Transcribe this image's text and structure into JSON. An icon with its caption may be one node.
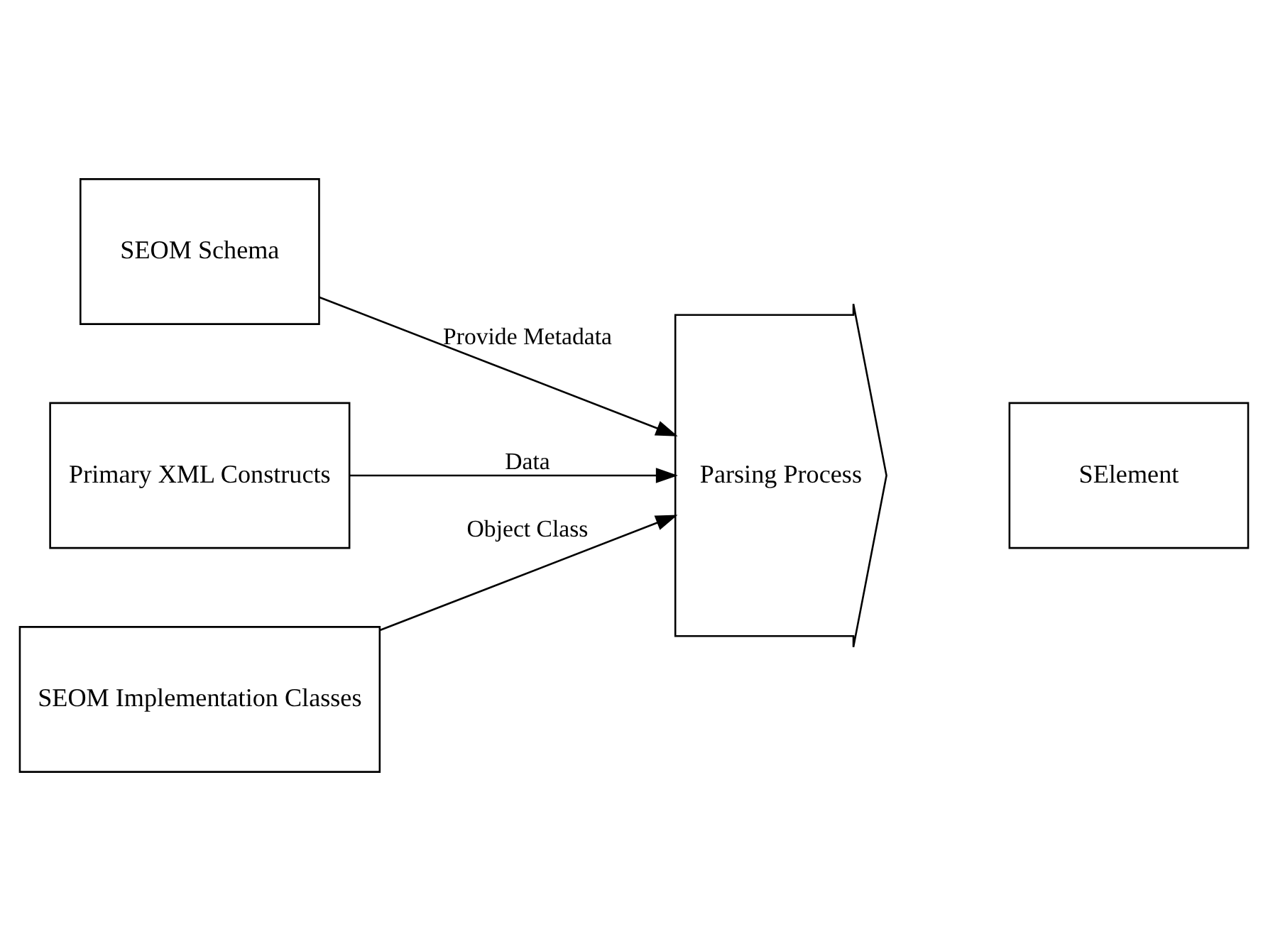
{
  "diagram": {
    "nodes": [
      {
        "text": [
          "SEOM Schema"
        ]
      },
      {
        "text": [
          "Primary XML Constructs"
        ]
      },
      {
        "text": [
          "SEOM Implementation Classes"
        ]
      },
      {
        "text": [
          "Parsing Process"
        ]
      },
      {
        "text": [
          "SElement"
        ]
      }
    ],
    "edges": [
      {
        "from": 0,
        "to": 3,
        "arrow": "to",
        "label": "Provide Metadata"
      },
      {
        "from": 1,
        "to": 3,
        "arrow": "to",
        "label": "Data"
      },
      {
        "from": 2,
        "to": 3,
        "arrow": "to",
        "label": "Object Class"
      }
    ]
  }
}
